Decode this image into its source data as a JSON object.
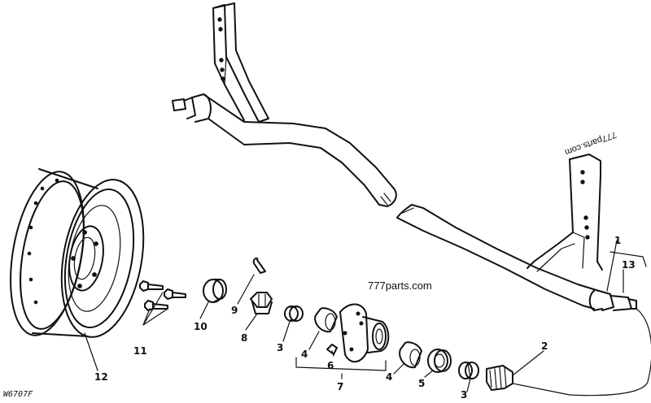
{
  "drawing_code": "W6707F",
  "watermark_main": "777parts.com",
  "watermark_rotated": "777parts.com",
  "callouts": [
    "1",
    "2",
    "3",
    "3",
    "4",
    "4",
    "5",
    "6",
    "7",
    "8",
    "9",
    "10",
    "11",
    "12",
    "13"
  ]
}
